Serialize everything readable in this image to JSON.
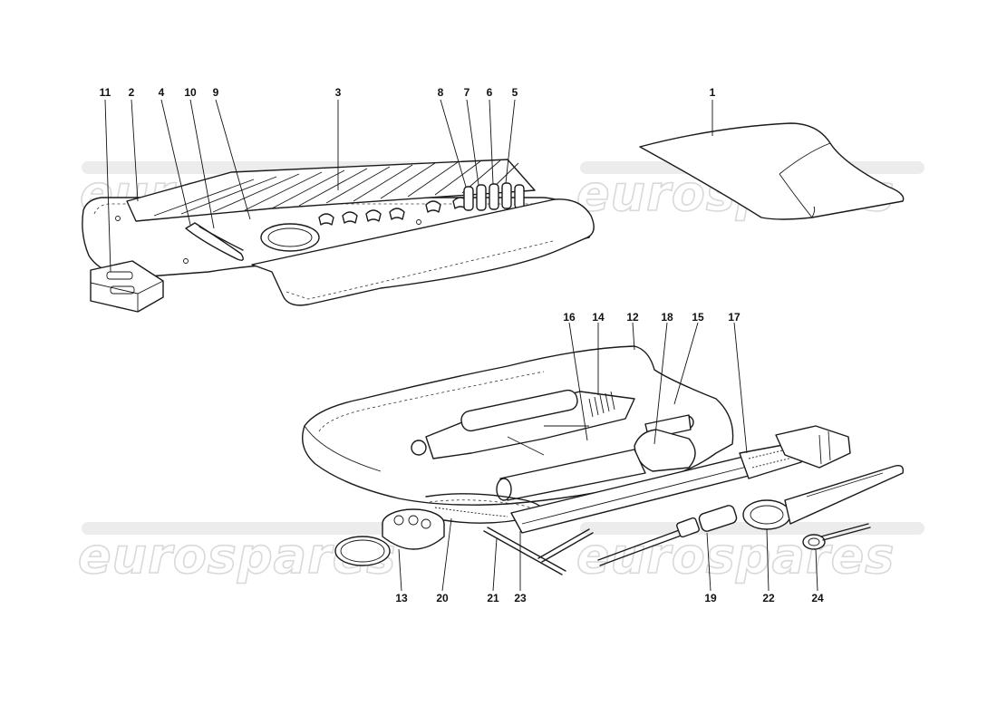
{
  "watermark": {
    "text": "eurospares"
  },
  "callouts": [
    {
      "id": "c11",
      "label": "11"
    },
    {
      "id": "c2",
      "label": "2"
    },
    {
      "id": "c4",
      "label": "4"
    },
    {
      "id": "c10",
      "label": "10"
    },
    {
      "id": "c9",
      "label": "9"
    },
    {
      "id": "c3",
      "label": "3"
    },
    {
      "id": "c8",
      "label": "8"
    },
    {
      "id": "c7",
      "label": "7"
    },
    {
      "id": "c6",
      "label": "6"
    },
    {
      "id": "c5",
      "label": "5"
    },
    {
      "id": "c1",
      "label": "1"
    },
    {
      "id": "c16",
      "label": "16"
    },
    {
      "id": "c14",
      "label": "14"
    },
    {
      "id": "c12",
      "label": "12"
    },
    {
      "id": "c18",
      "label": "18"
    },
    {
      "id": "c15",
      "label": "15"
    },
    {
      "id": "c17",
      "label": "17"
    },
    {
      "id": "c13",
      "label": "13"
    },
    {
      "id": "c20",
      "label": "20"
    },
    {
      "id": "c21",
      "label": "21"
    },
    {
      "id": "c23",
      "label": "23"
    },
    {
      "id": "c19",
      "label": "19"
    },
    {
      "id": "c22",
      "label": "22"
    },
    {
      "id": "c24",
      "label": "24"
    }
  ]
}
